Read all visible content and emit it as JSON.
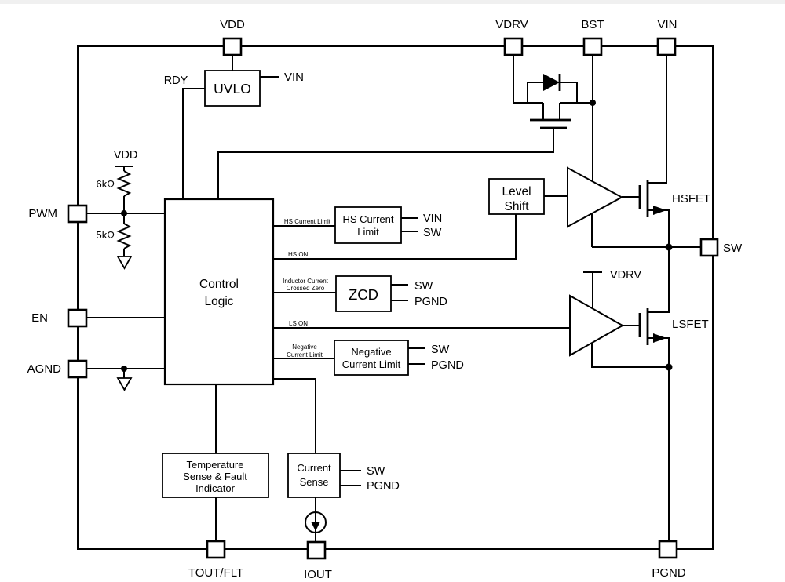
{
  "pins": {
    "vdd": "VDD",
    "vdrv": "VDRV",
    "bst": "BST",
    "vin": "VIN",
    "pwm": "PWM",
    "en": "EN",
    "agnd": "AGND",
    "sw": "SW",
    "tout_flt": "TOUT/FLT",
    "iout": "IOUT",
    "pgnd": "PGND"
  },
  "blocks": {
    "uvlo": "UVLO",
    "control": {
      "l1": "Control",
      "l2": "Logic"
    },
    "hs_current_limit": {
      "l1": "HS Current",
      "l2": "Limit"
    },
    "zcd": "ZCD",
    "negative_current_limit": {
      "l1": "Negative",
      "l2": "Current Limit"
    },
    "level_shift": {
      "l1": "Level",
      "l2": "Shift"
    },
    "temp_sense": {
      "l1": "Temperature",
      "l2": "Sense & Fault",
      "l3": "Indicator"
    },
    "current_sense": {
      "l1": "Current",
      "l2": "Sense"
    }
  },
  "wire_labels": {
    "rdy": "RDY",
    "hs_current_limit": "HS Current Limit",
    "hs_on": "HS ON",
    "inductor_current": {
      "l1": "Inductor Current",
      "l2": "Crossed Zero"
    },
    "ls_on": "LS ON",
    "negative": {
      "l1": "Negative",
      "l2": "Current Limit"
    }
  },
  "net_labels": {
    "uvlo_vin": "VIN",
    "hscl_vin": "VIN",
    "hscl_sw": "SW",
    "zcd_sw": "SW",
    "zcd_pgnd": "PGND",
    "ncl_sw": "SW",
    "ncl_pgnd": "PGND",
    "cs_sw": "SW",
    "cs_pgnd": "PGND",
    "vdrv_rail": "VDRV",
    "divider_vdd": "VDD"
  },
  "components": {
    "hsfet": "HSFET",
    "lsfet": "LSFET",
    "r_top": "6kΩ",
    "r_bottom": "5kΩ"
  },
  "colors": {
    "line": "#000000",
    "background": "#ffffff"
  }
}
